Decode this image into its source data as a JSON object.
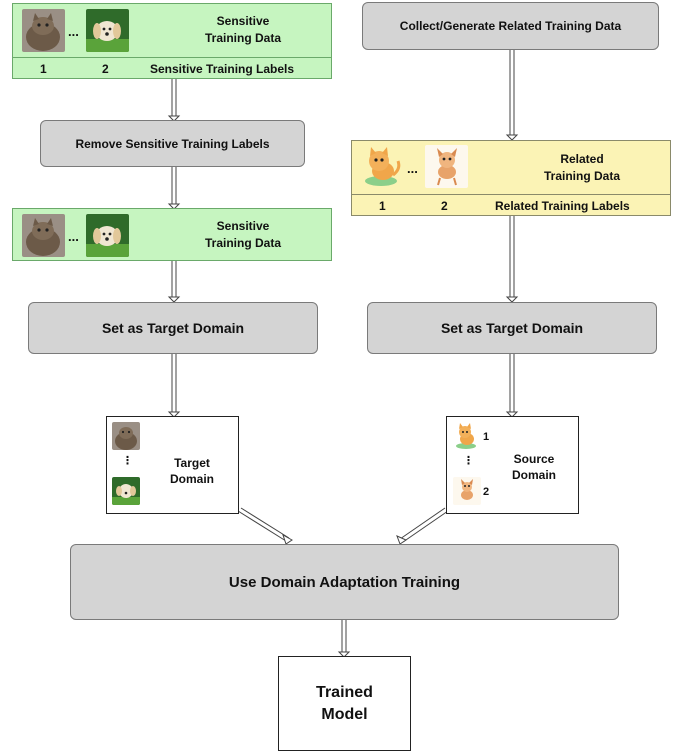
{
  "left": {
    "top_data": {
      "title": "Sensitive\nTraining Data",
      "label_1": "1",
      "label_2": "2",
      "labels_title": "Sensitive Training Labels",
      "ellipsis": "..."
    },
    "remove_box": "Remove Sensitive Training Labels",
    "mid_data": {
      "title": "Sensitive\nTraining Data",
      "ellipsis": "..."
    },
    "target_box": "Set as Target Domain",
    "domain_box": {
      "title": "Target\nDomain",
      "vdots": "⋮"
    }
  },
  "right": {
    "collect_box": "Collect/Generate Related Training Data",
    "related_data": {
      "title": "Related\nTraining Data",
      "label_1": "1",
      "label_2": "2",
      "labels_title": "Related Training Labels",
      "ellipsis": "..."
    },
    "target_box": "Set as Target Domain",
    "domain_box": {
      "title": "Source\nDomain",
      "num_1": "1",
      "num_2": "2",
      "vdots": "⋮"
    }
  },
  "adapt_box": "Use Domain Adaptation Training",
  "model_box": "Trained\nModel",
  "colors": {
    "green": "#c6f5c0",
    "yellow": "#fbf3b5",
    "gray": "#d4d4d4"
  },
  "icons": [
    "cat-photo",
    "dog-photo",
    "cartoon-cat",
    "cartoon-dog"
  ]
}
